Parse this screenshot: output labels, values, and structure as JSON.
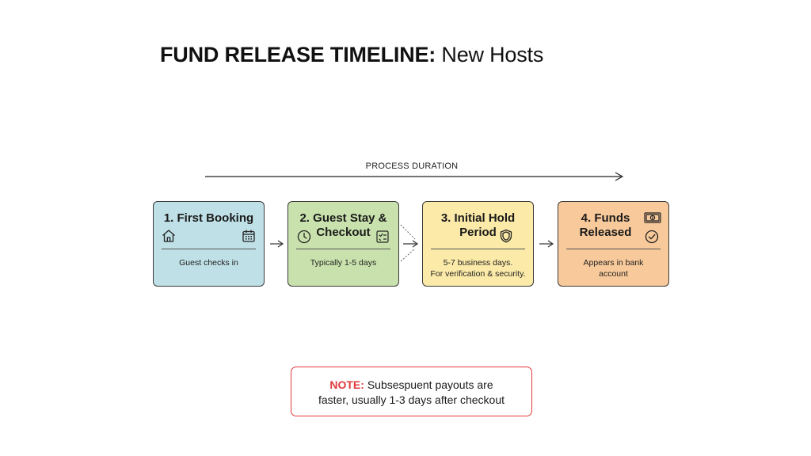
{
  "title": {
    "bold": "FUND RELEASE TIMELINE:",
    "regular": "New Hosts"
  },
  "duration_label": "PROCESS DURATION",
  "steps": [
    {
      "title_line1": "1. First Booking",
      "title_line2": "",
      "desc_line1": "Guest checks in",
      "desc_line2": "",
      "fill": "#bfe0e6",
      "icons": [
        "home-icon",
        "calendar-icon"
      ]
    },
    {
      "title_line1": "2. Guest Stay &",
      "title_line2": "Checkout",
      "desc_line1": "Typically 1-5 days",
      "desc_line2": "",
      "fill": "#c9e2ad",
      "icons": [
        "clock-icon",
        "checklist-icon"
      ]
    },
    {
      "title_line1": "3. Initial Hold",
      "title_line2": "Period",
      "desc_line1": "5-7 business days.",
      "desc_line2": "For verification & security.",
      "fill": "#fbeaa8",
      "icons": [
        "shield-icon"
      ]
    },
    {
      "title_line1": "4. Funds",
      "title_line2": "Released",
      "desc_line1": "Appears in bank",
      "desc_line2": "account",
      "fill": "#f8c99a",
      "icons": [
        "money-icon",
        "check-circle-icon"
      ]
    }
  ],
  "note": {
    "label": "NOTE:",
    "line1": "Subsespuent payouts are",
    "line2": "faster, usually 1-3 days after checkout",
    "border_color": "#e03a3a"
  }
}
